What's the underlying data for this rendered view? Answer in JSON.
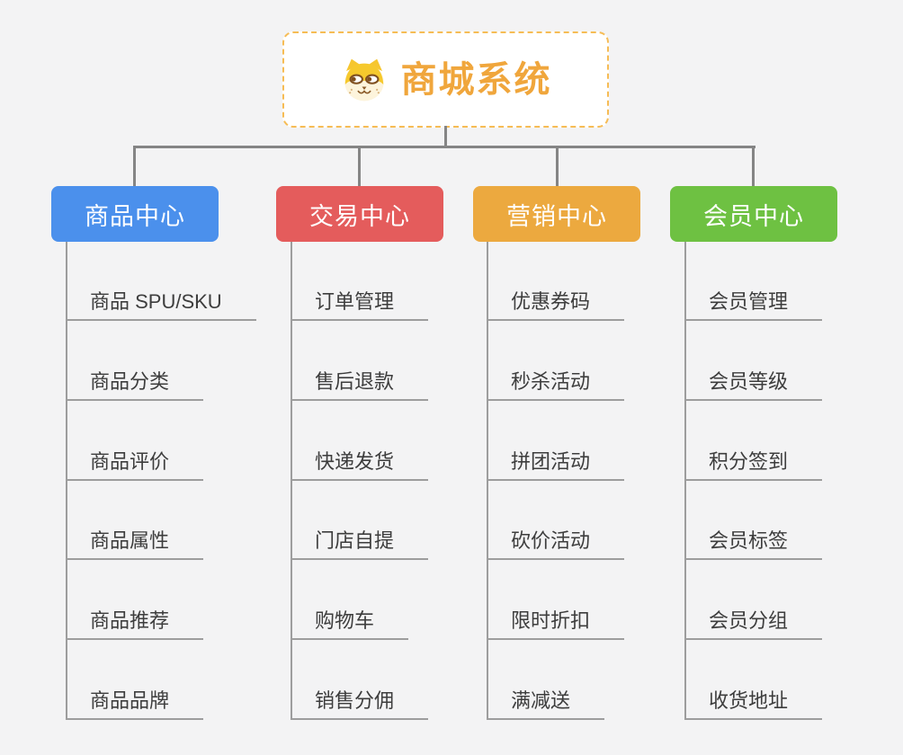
{
  "root": {
    "title": "商城系统",
    "icon": "dog-icon",
    "title_color": "#F0A63C",
    "border_color": "#F6BC55"
  },
  "connector_color": "#858585",
  "leaf_line_color": "#9D9D9D",
  "branches": [
    {
      "label": "商品中心",
      "color": "#4B90EC",
      "children": [
        "商品 SPU/SKU",
        "商品分类",
        "商品评价",
        "商品属性",
        "商品推荐",
        "商品品牌"
      ]
    },
    {
      "label": "交易中心",
      "color": "#E45C5C",
      "children": [
        "订单管理",
        "售后退款",
        "快递发货",
        "门店自提",
        "购物车",
        "销售分佣"
      ]
    },
    {
      "label": "营销中心",
      "color": "#ECA93F",
      "children": [
        "优惠券码",
        "秒杀活动",
        "拼团活动",
        "砍价活动",
        "限时折扣",
        "满减送"
      ]
    },
    {
      "label": "会员中心",
      "color": "#6EC142",
      "children": [
        "会员管理",
        "会员等级",
        "积分签到",
        "会员标签",
        "会员分组",
        "收货地址"
      ]
    }
  ]
}
